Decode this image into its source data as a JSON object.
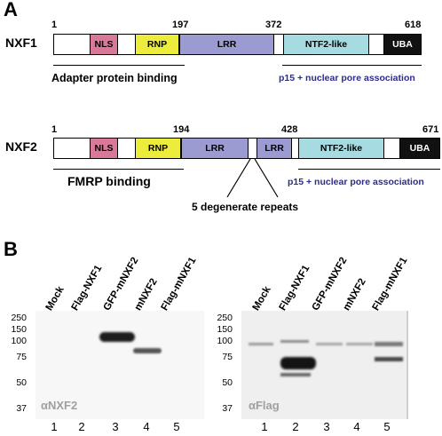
{
  "panel_a": {
    "letter": "A",
    "nxf1": {
      "name": "NXF1",
      "ticks": [
        "1",
        "197",
        "372",
        "618"
      ],
      "domains": {
        "nls": "NLS",
        "rnp": "RNP",
        "lrr": "LRR",
        "ntf2": "NTF2-like",
        "uba": "UBA"
      },
      "adapter_caption": "Adapter protein binding",
      "p15_caption": "p15 + nuclear pore association"
    },
    "nxf2": {
      "name": "NXF2",
      "ticks": [
        "1",
        "194",
        "428",
        "671"
      ],
      "domains": {
        "nls": "NLS",
        "rnp": "RNP",
        "lrr1": "LRR",
        "lrr2": "LRR",
        "ntf2": "NTF2-like",
        "uba": "UBA"
      },
      "fmrp_caption": "FMRP binding",
      "p15_caption": "p15 + nuclear pore association",
      "repeats_caption": "5 degenerate repeats"
    },
    "colors": {
      "nls": "#d9799a",
      "rnp": "#ecec3c",
      "lrr": "#9b9bd2",
      "ntf2": "#a6dbe2",
      "uba": "#111111"
    }
  },
  "panel_b": {
    "letter": "B",
    "lanes": [
      "Mock",
      "Flag-NXF1",
      "GFP-mNXF2",
      "mNXF2",
      "Flag-mNXF1"
    ],
    "lane_numbers": [
      "1",
      "2",
      "3",
      "4",
      "5"
    ],
    "mw_markers": [
      "250",
      "150",
      "100",
      "75",
      "50",
      "37"
    ],
    "left_blot": {
      "antibody": "αNXF2"
    },
    "right_blot": {
      "antibody": "αFlag"
    }
  }
}
